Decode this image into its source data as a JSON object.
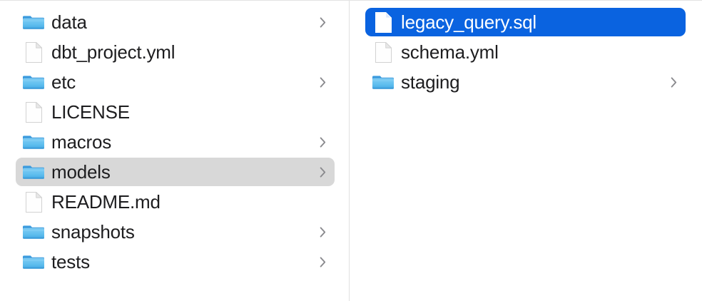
{
  "app": {
    "view": "finder-column-browser",
    "accent_color": "#0a63e0",
    "inactive_selection_color": "#d8d8d8",
    "text_color": "#1d1d1f",
    "selected_text_color": "#ffffff",
    "divider_color": "#e0e0e0",
    "background_color": "#ffffff"
  },
  "columns": [
    {
      "name": "column-project-root",
      "items": [
        {
          "label": "data",
          "icon": "folder-icon",
          "kind": "folder",
          "has_chevron": true,
          "selected": false,
          "selection_state": "none"
        },
        {
          "label": "dbt_project.yml",
          "icon": "document-icon",
          "kind": "file",
          "has_chevron": false,
          "selected": false,
          "selection_state": "none"
        },
        {
          "label": "etc",
          "icon": "folder-icon",
          "kind": "folder",
          "has_chevron": true,
          "selected": false,
          "selection_state": "none"
        },
        {
          "label": "LICENSE",
          "icon": "document-icon",
          "kind": "file",
          "has_chevron": false,
          "selected": false,
          "selection_state": "none"
        },
        {
          "label": "macros",
          "icon": "folder-icon",
          "kind": "folder",
          "has_chevron": true,
          "selected": false,
          "selection_state": "none"
        },
        {
          "label": "models",
          "icon": "folder-icon",
          "kind": "folder",
          "has_chevron": true,
          "selected": true,
          "selection_state": "inactive"
        },
        {
          "label": "README.md",
          "icon": "document-icon",
          "kind": "file",
          "has_chevron": false,
          "selected": false,
          "selection_state": "none"
        },
        {
          "label": "snapshots",
          "icon": "folder-icon",
          "kind": "folder",
          "has_chevron": true,
          "selected": false,
          "selection_state": "none"
        },
        {
          "label": "tests",
          "icon": "folder-icon",
          "kind": "folder",
          "has_chevron": true,
          "selected": false,
          "selection_state": "none"
        }
      ]
    },
    {
      "name": "column-models",
      "items": [
        {
          "label": "legacy_query.sql",
          "icon": "document-icon",
          "kind": "file",
          "has_chevron": false,
          "selected": true,
          "selection_state": "active"
        },
        {
          "label": "schema.yml",
          "icon": "document-icon",
          "kind": "file",
          "has_chevron": false,
          "selected": false,
          "selection_state": "none"
        },
        {
          "label": "staging",
          "icon": "folder-icon",
          "kind": "folder",
          "has_chevron": true,
          "selected": false,
          "selection_state": "none"
        }
      ]
    }
  ]
}
